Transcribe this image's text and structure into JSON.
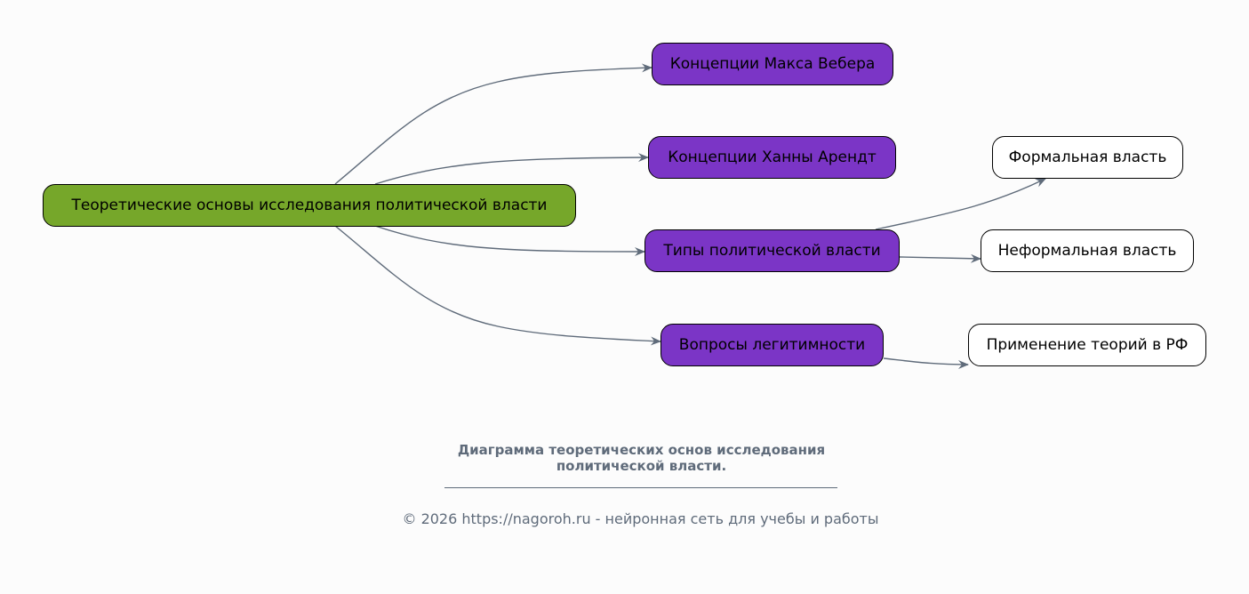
{
  "nodes": {
    "root": "Теоретические основы исследования политической власти",
    "weber": "Концепции Макса Вебера",
    "arendt": "Концепции Ханны Арендт",
    "types": "Типы политической власти",
    "legitimacy": "Вопросы легитимности",
    "formal": "Формальная власть",
    "informal": "Неформальная власть",
    "russia": "Применение теорий в РФ"
  },
  "caption": {
    "title_line1": "Диаграмма теоретических основ исследования",
    "title_line2": "политической власти.",
    "copyright": "© 2026 https://nagoroh.ru - нейронная сеть для учебы и работы"
  },
  "colors": {
    "root": "#76a72a",
    "branch": "#7b35c6",
    "leaf": "#ffffff",
    "edge": "#5f6b7a"
  }
}
